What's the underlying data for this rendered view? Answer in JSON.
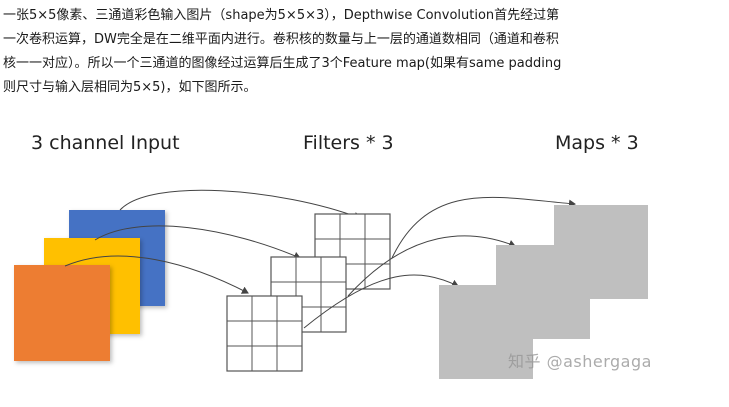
{
  "paragraph": {
    "lines": [
      "一张5×5像素、三通道彩色输入图片（shape为5×5×3），Depthwise Convolution首先经过第",
      "一次卷积运算，DW完全是在二维平面内进行。卷积核的数量与上一层的通道数相同（通道和卷积",
      "核一一对应）。所以一个三通道的图像经过运算后生成了3个Feature map(如果有same padding",
      "则尺寸与输入层相同为5×5)，如下图所示。"
    ]
  },
  "figure": {
    "headings": {
      "input": "3 channel Input",
      "filters": "Filters * 3",
      "maps": "Maps * 3"
    },
    "watermark": "知乎 @ashergaga",
    "colors": {
      "channel_back": "#4472c4",
      "channel_middle": "#ffc000",
      "channel_front": "#ed7d31",
      "filter_grid": "#555555",
      "map_fill": "#bfbfbf",
      "arrow": "#444444"
    }
  }
}
